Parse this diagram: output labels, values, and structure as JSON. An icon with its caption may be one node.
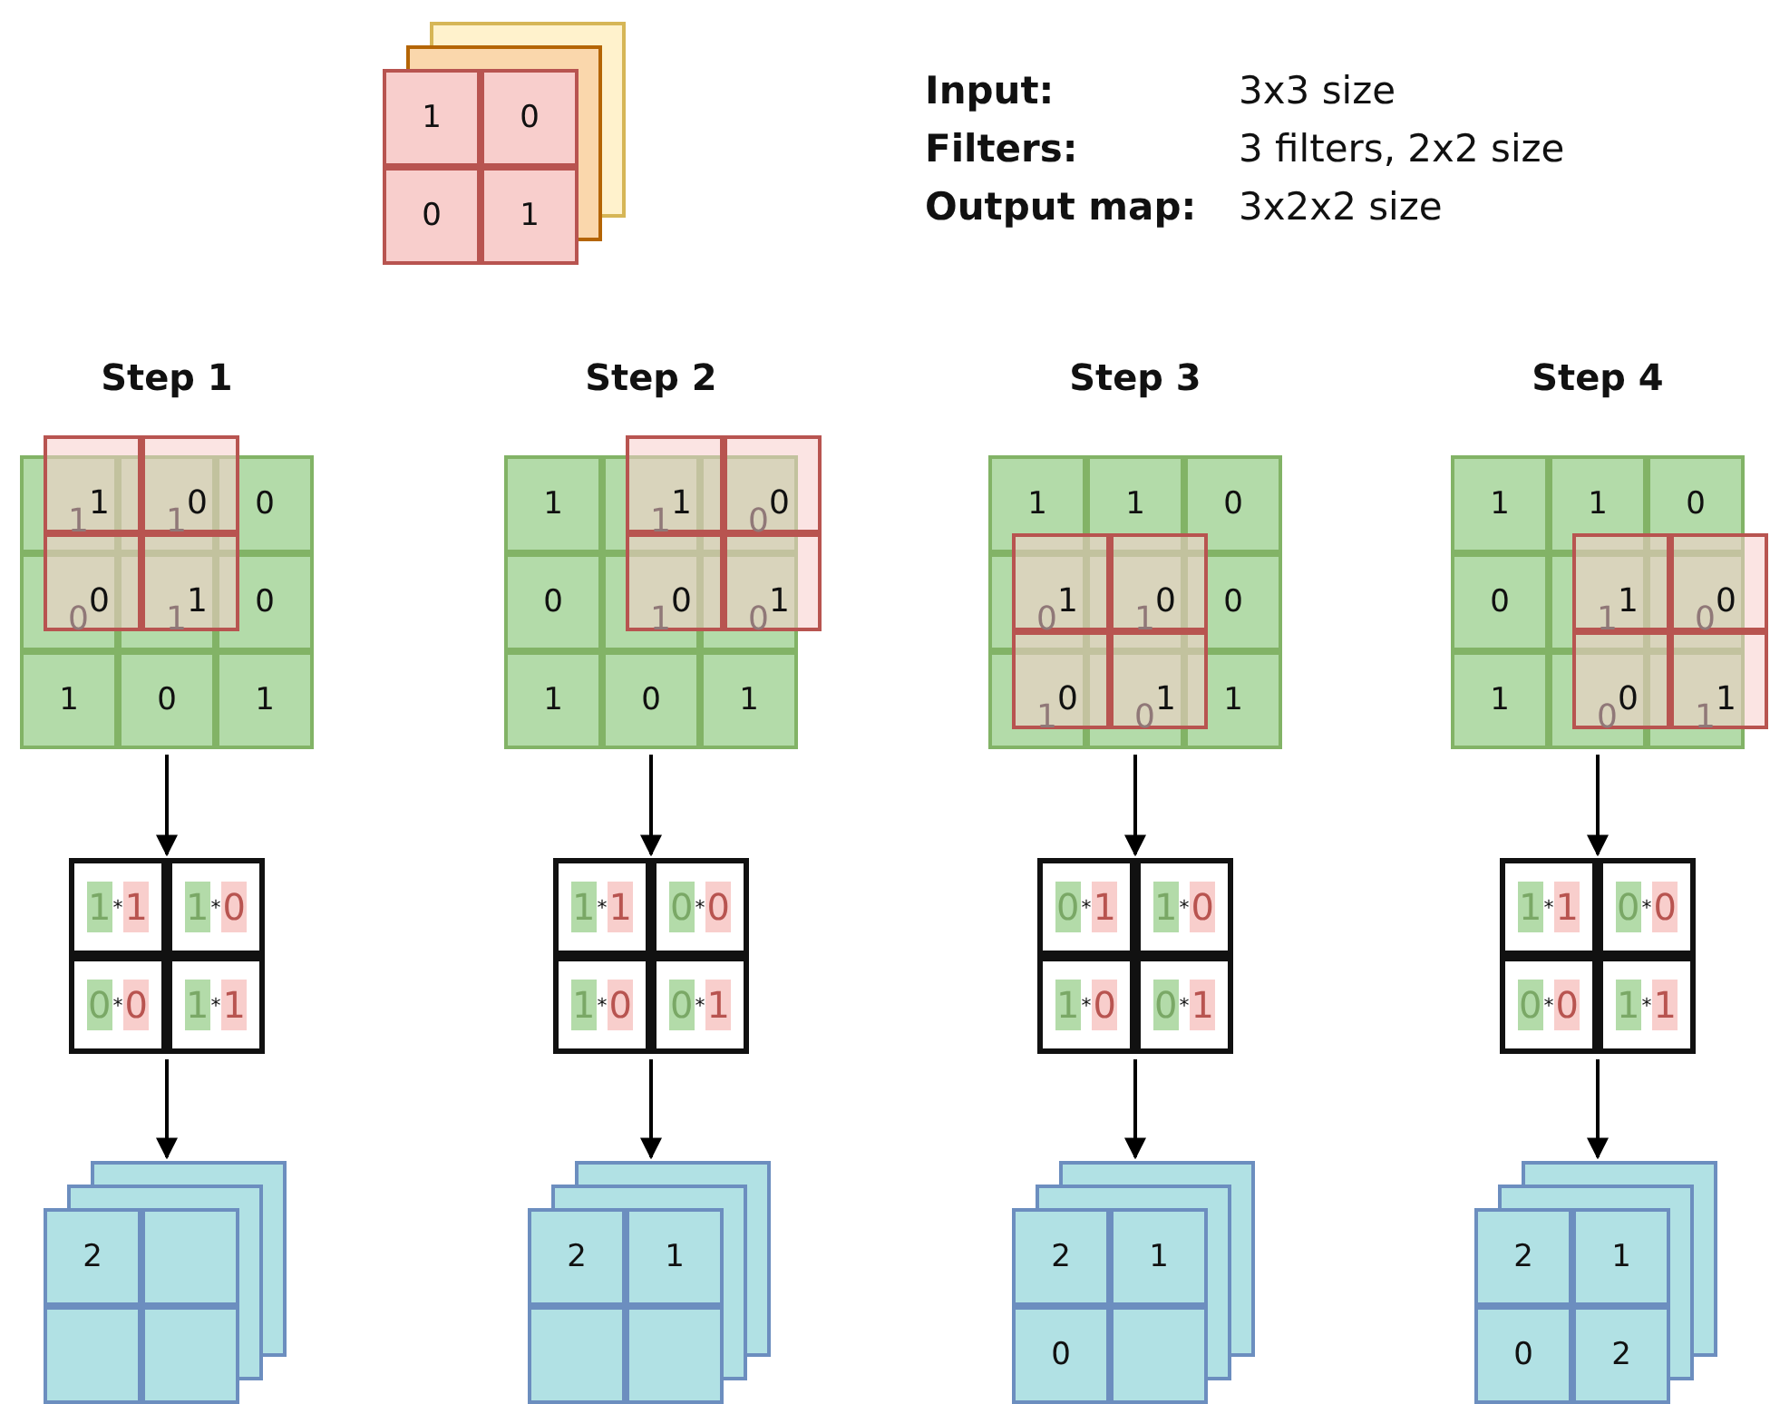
{
  "diagram": {
    "nodes": [
      {
        "text": [
          "1",
          "0",
          "0",
          "1"
        ]
      },
      {
        "text": [
          "Step 1",
          "1$^{1}$",
          "1$^{0}$",
          "0",
          "0$^{0}$",
          "1$^{1}$",
          "0",
          "1",
          "0",
          "1"
        ]
      },
      {
        "text": [
          "1$^{*}$1",
          "1$^{*}$0",
          "0$^{*}$0",
          "1$^{*}$1"
        ]
      },
      {
        "text": [
          "2"
        ]
      },
      {
        "text": [
          "Step 2",
          "1",
          "1$^{1}$",
          "0$^{0}$",
          "0",
          "1$^{0}$",
          "0$^{1}$",
          "1",
          "0",
          "1"
        ]
      },
      {
        "text": [
          "1$^{*}$1",
          "0$^{*}$0",
          "1$^{*}$0",
          "0$^{*}$1"
        ]
      },
      {
        "text": [
          "2",
          "1"
        ]
      },
      {
        "text": [
          "Step 3",
          "1",
          "1",
          "0",
          "0$^{1}$",
          "1$^{0}$",
          "0",
          "1$^{0}$",
          "0$^{1}$",
          "1"
        ]
      },
      {
        "text": [
          "0$^{*}$1",
          "1$^{*}$0",
          "1$^{*}$0",
          "0$^{*}$1"
        ]
      },
      {
        "text": [
          "2",
          "1",
          "0"
        ]
      },
      {
        "text": [
          "Step 4",
          "1",
          "1",
          "0",
          "0",
          "1$^{1}$",
          "0$^{0}$",
          "1",
          "0$^{0}$",
          "1$^{1}$"
        ]
      },
      {
        "text": [
          "1$^{*}$1",
          "0$^{*}$0",
          "0$^{*}$0",
          "1$^{*}$1"
        ]
      },
      {
        "text": [
          "2",
          "1",
          "0",
          "2"
        ]
      }
    ],
    "edges": [
      {
        "from": 1,
        "to": 2,
        "arrow": "to"
      },
      {
        "from": 2,
        "to": 3,
        "arrow": "to"
      },
      {
        "from": 4,
        "to": 5,
        "arrow": "to"
      },
      {
        "from": 5,
        "to": 6,
        "arrow": "to"
      },
      {
        "from": 7,
        "to": 8,
        "arrow": "to"
      },
      {
        "from": 8,
        "to": 9,
        "arrow": "to"
      },
      {
        "from": 10,
        "to": 11,
        "arrow": "to"
      },
      {
        "from": 11,
        "to": 12,
        "arrow": "to"
      }
    ],
    "labels": [
      "Input:",
      "3x3 size",
      "Filters:",
      "3 filters, 2x2 size",
      "Output map:",
      "3x2x2 size"
    ]
  }
}
